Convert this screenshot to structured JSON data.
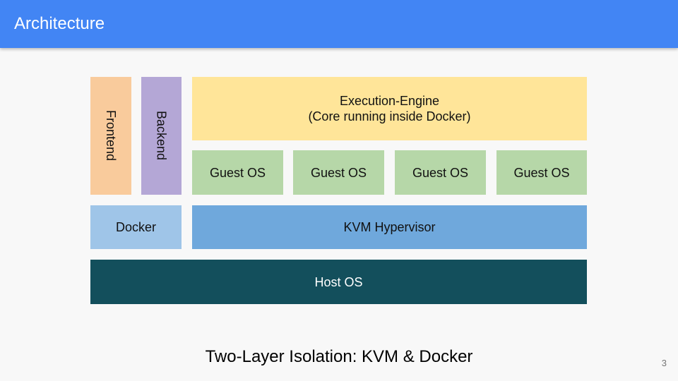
{
  "header": {
    "title": "Architecture"
  },
  "diagram": {
    "frontend": "Frontend",
    "backend": "Backend",
    "engine": {
      "line1": "Execution-Engine",
      "line2": "(Core running inside Docker)"
    },
    "guests": [
      "Guest OS",
      "Guest OS",
      "Guest OS",
      "Guest OS"
    ],
    "docker": "Docker",
    "kvm": "KVM Hypervisor",
    "host": "Host OS"
  },
  "caption": "Two-Layer Isolation: KVM & Docker",
  "page_number": "3",
  "colors": {
    "header": "#4285f4",
    "frontend": "#f9cb9c",
    "backend": "#b4a7d6",
    "engine": "#ffe599",
    "guest_os": "#b6d7a8",
    "docker": "#9fc5e8",
    "kvm": "#6fa8dc",
    "host_os": "#134f5c"
  }
}
